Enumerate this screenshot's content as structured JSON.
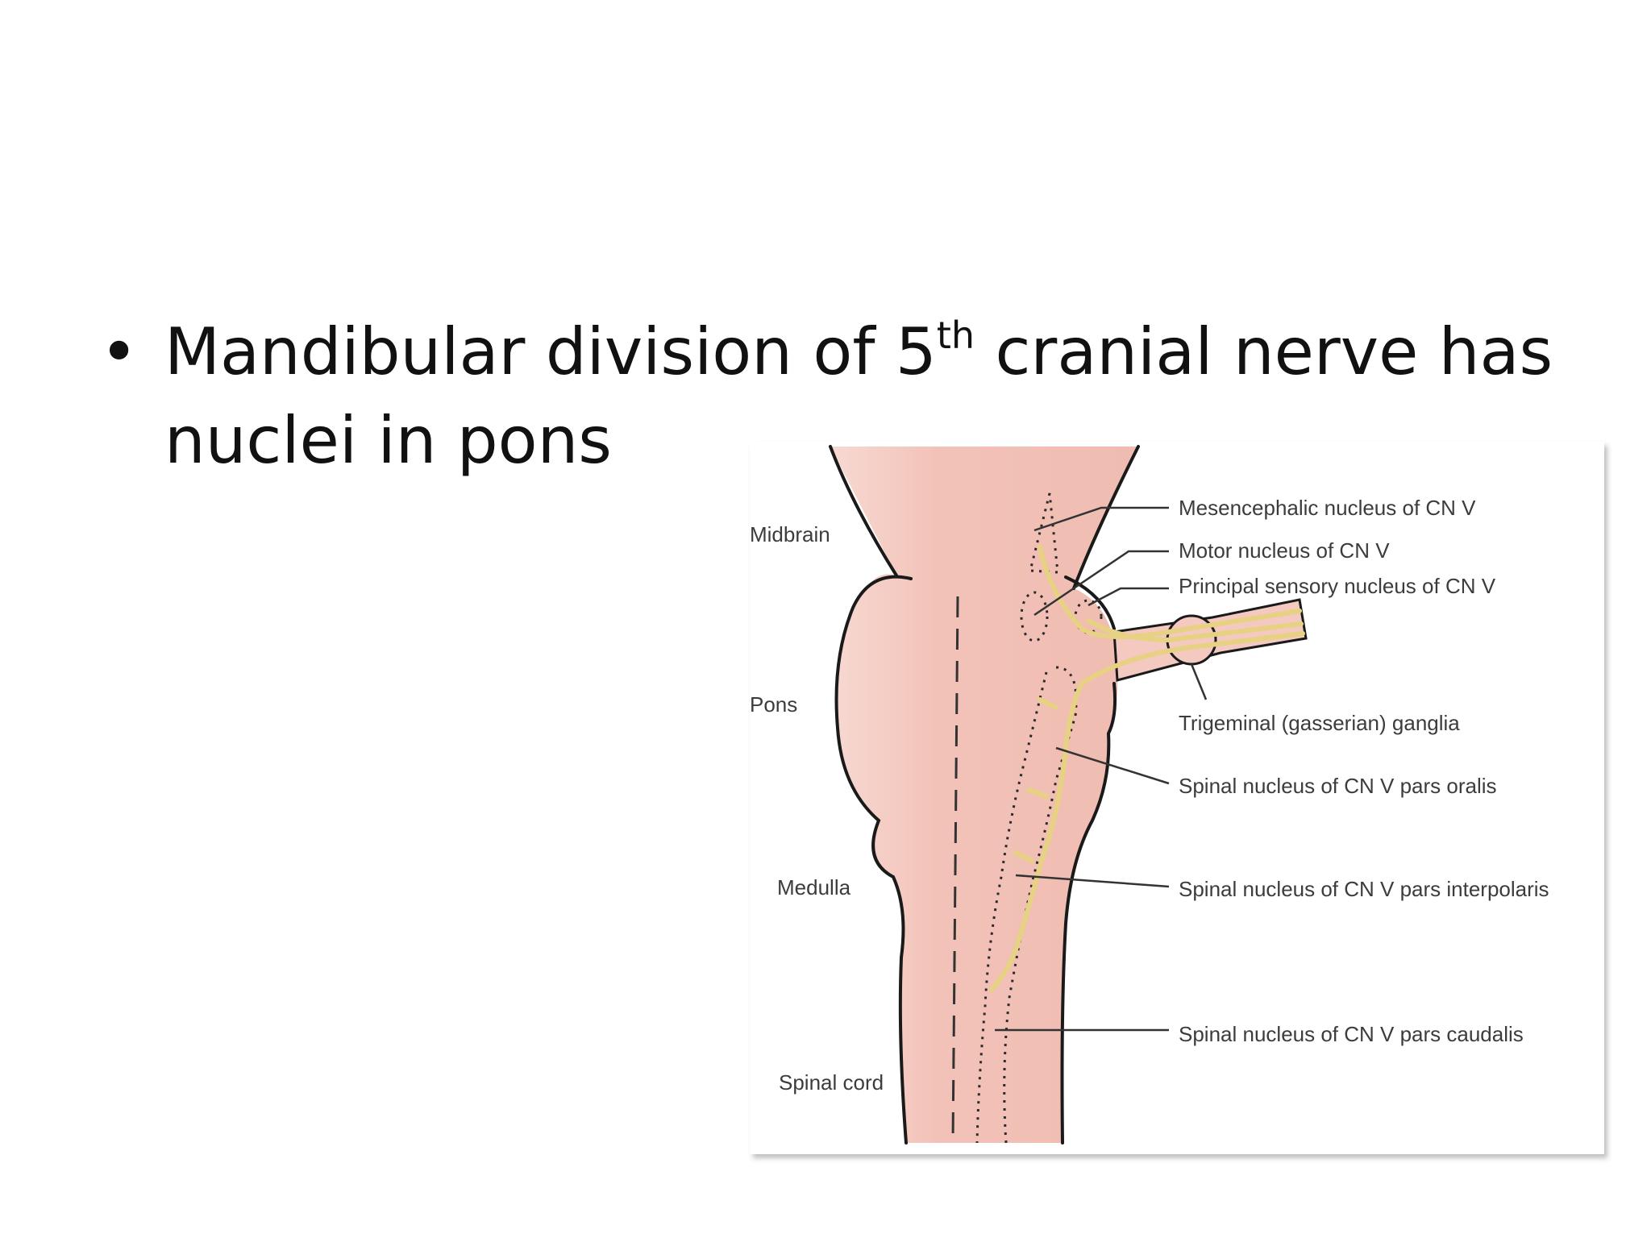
{
  "slide": {
    "bullet_symbol": "•",
    "line1_before": "Mandibular division of 5",
    "line1_sup": "th",
    "line1_after": " cranial nerve has",
    "line2": "nuclei in pons"
  },
  "diagram": {
    "region_labels": {
      "midbrain": "Midbrain",
      "pons": "Pons",
      "medulla": "Medulla",
      "spinal_cord": "Spinal cord"
    },
    "callouts": {
      "mesencephalic": "Mesencephalic nucleus of CN V",
      "motor": "Motor nucleus of CN V",
      "principal_sensory": "Principal sensory nucleus of CN V",
      "ganglia": "Trigeminal (gasserian) ganglia",
      "pars_oralis": "Spinal nucleus of CN V pars oralis",
      "pars_interpolaris": "Spinal nucleus of CN V pars interpolaris",
      "pars_caudalis": "Spinal nucleus of CN V pars caudalis"
    },
    "colors": {
      "brainstem": "#f3c6bd",
      "outline": "#1a1a1a",
      "nerve": "#f2e3a6",
      "nerve_edge": "#d9c06a"
    }
  }
}
